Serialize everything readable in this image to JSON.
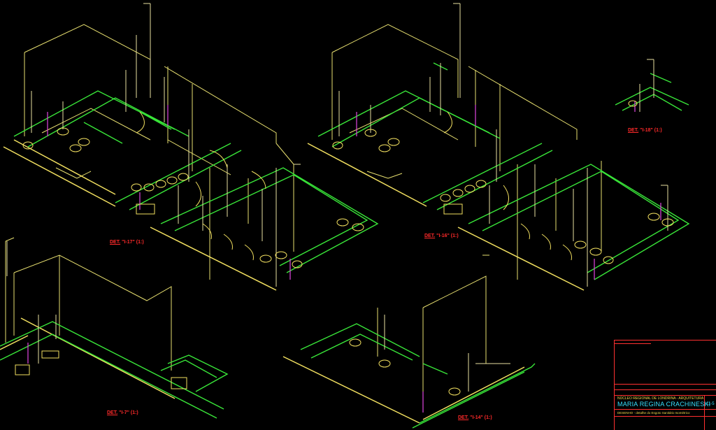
{
  "drawing": {
    "background": "#000000",
    "colors": {
      "wall": "#e8e070",
      "water": "#39e639",
      "riser": "#e8e0a0",
      "vent": "#d040d0",
      "fixture": "#f2e060",
      "label": "#ff2a2a",
      "frame": "#ff3030",
      "accent_text": "#36e0ff"
    },
    "details": [
      {
        "id": "det-1-17",
        "prefix": "DET.",
        "number": "\"I-17\" (1:)"
      },
      {
        "id": "det-1-16",
        "prefix": "DET.",
        "number": "\"I-16\" (1:)"
      },
      {
        "id": "det-1-18",
        "prefix": "DET.",
        "number": "\"I-18\" (1:)"
      },
      {
        "id": "det-1-7",
        "prefix": "DET.",
        "number": "\"I-7\" (1:)"
      },
      {
        "id": "det-1-14",
        "prefix": "DET.",
        "number": "\"I-14\" (1:)"
      }
    ]
  },
  "title_block": {
    "organization": "NÚCLEO REGIONAL DE LONDRINA - ARQUITETURA",
    "author": "MARIA REGINA CRACHINESKI",
    "description": "DESENHO - detalhe do Esgoto Sanitário Isométrico",
    "sheet_code": "11-5"
  }
}
